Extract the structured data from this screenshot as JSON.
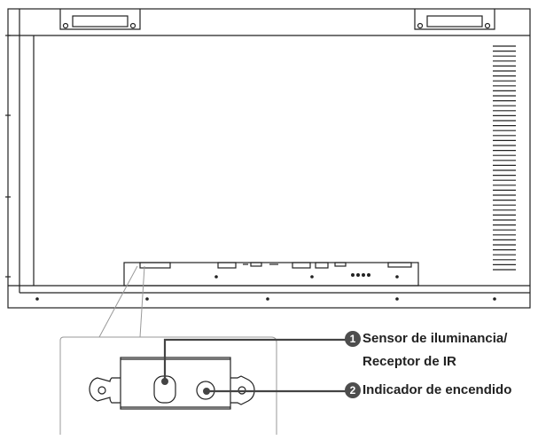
{
  "callouts": [
    {
      "number": "1",
      "line1": "Sensor de iluminancia/",
      "line2": "Receptor de IR"
    },
    {
      "number": "2",
      "line1": "Indicador de encendido"
    }
  ],
  "colors": {
    "stroke": "#222222",
    "badge": "#4d4d4d",
    "guide": "#999999"
  }
}
